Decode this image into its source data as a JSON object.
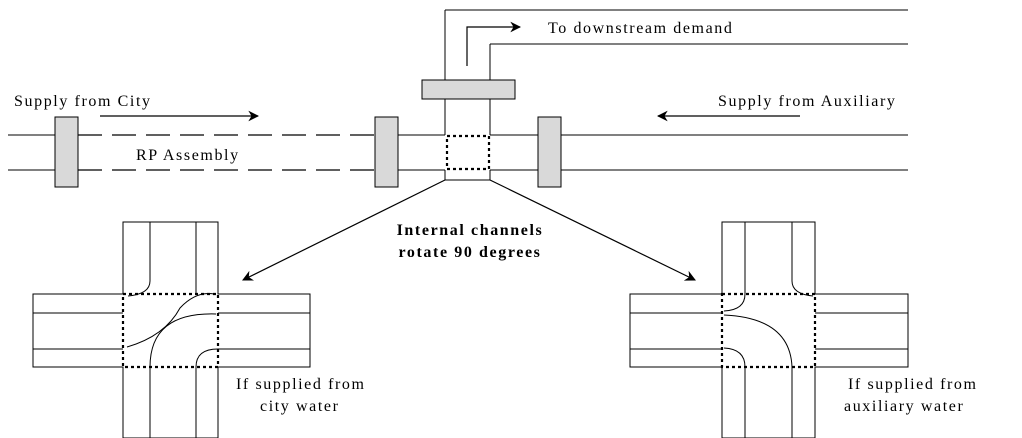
{
  "labels": {
    "to_downstream": "To downstream demand",
    "supply_city": "Supply from City",
    "supply_aux": "Supply from Auxiliary",
    "rp_assembly": "RP Assembly",
    "internal_line1": "Internal channels",
    "internal_line2": "rotate 90 degrees",
    "city_line1": "If supplied from",
    "city_line2": "city water",
    "aux_line1": "If supplied from",
    "aux_line2": "auxiliary water"
  }
}
